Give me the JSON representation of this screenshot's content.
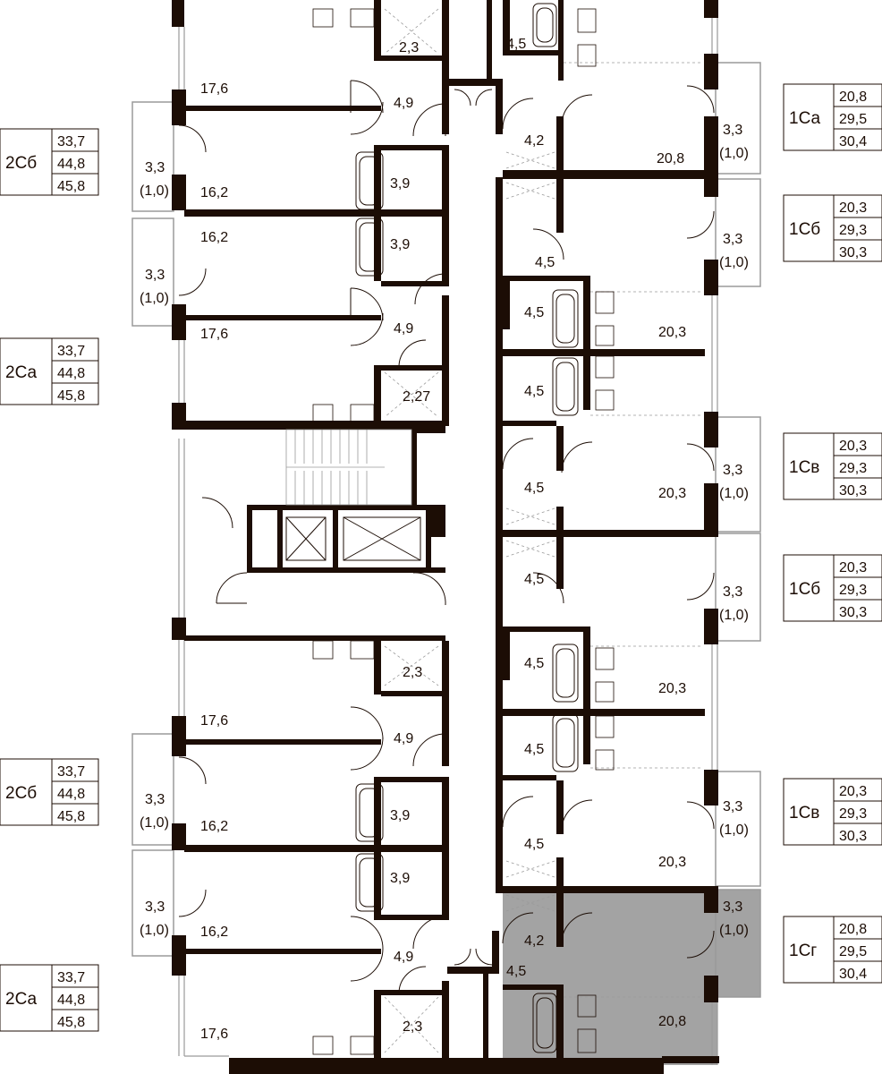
{
  "colors": {
    "wall": "#1c0d05",
    "highlight_fill": "#a3a3a3",
    "window_line": "#9a9a9a",
    "background": "#ffffff"
  },
  "left_rooms": [
    {
      "area": "2,3"
    },
    {
      "area": "17,6"
    },
    {
      "area": "4,9"
    },
    {
      "area": "3,3"
    },
    {
      "area": "(1,0)"
    },
    {
      "area": "16,2"
    },
    {
      "area": "3,9"
    },
    {
      "area": "16,2"
    },
    {
      "area": "3,9"
    },
    {
      "area": "3,3"
    },
    {
      "area": "(1,0)"
    },
    {
      "area": "17,6"
    },
    {
      "area": "4,9"
    },
    {
      "area": "2,27"
    },
    {
      "area": "2,3"
    },
    {
      "area": "17,6"
    },
    {
      "area": "4,9"
    },
    {
      "area": "3,3"
    },
    {
      "area": "(1,0)"
    },
    {
      "area": "16,2"
    },
    {
      "area": "3,9"
    },
    {
      "area": "3,9"
    },
    {
      "area": "3,3"
    },
    {
      "area": "(1,0)"
    },
    {
      "area": "16,2"
    },
    {
      "area": "4,9"
    },
    {
      "area": "17,6"
    },
    {
      "area": "2,3"
    }
  ],
  "right_rooms": [
    {
      "area": "4,5"
    },
    {
      "area": "4,2"
    },
    {
      "area": "20,8"
    },
    {
      "area": "3,3"
    },
    {
      "area": "(1,0)"
    },
    {
      "area": "3,3"
    },
    {
      "area": "(1,0)"
    },
    {
      "area": "4,5"
    },
    {
      "area": "4,5"
    },
    {
      "area": "20,3"
    },
    {
      "area": "4,5"
    },
    {
      "area": "4,5"
    },
    {
      "area": "20,3"
    },
    {
      "area": "3,3"
    },
    {
      "area": "(1,0)"
    },
    {
      "area": "4,5"
    },
    {
      "area": "3,3"
    },
    {
      "area": "(1,0)"
    },
    {
      "area": "4,5"
    },
    {
      "area": "20,3"
    },
    {
      "area": "4,5"
    },
    {
      "area": "4,5"
    },
    {
      "area": "20,3"
    },
    {
      "area": "3,3"
    },
    {
      "area": "(1,0)"
    },
    {
      "area": "3,3"
    },
    {
      "area": "(1,0)"
    },
    {
      "area": "4,2"
    },
    {
      "area": "4,5"
    },
    {
      "area": "20,8"
    }
  ],
  "legends": [
    {
      "code": "2Сб",
      "values": [
        "33,7",
        "44,8",
        "45,8"
      ]
    },
    {
      "code": "2Са",
      "values": [
        "33,7",
        "44,8",
        "45,8"
      ]
    },
    {
      "code": "2Сб",
      "values": [
        "33,7",
        "44,8",
        "45,8"
      ]
    },
    {
      "code": "2Са",
      "values": [
        "33,7",
        "44,8",
        "45,8"
      ]
    },
    {
      "code": "1Са",
      "values": [
        "20,8",
        "29,5",
        "30,4"
      ]
    },
    {
      "code": "1Сб",
      "values": [
        "20,3",
        "29,3",
        "30,3"
      ]
    },
    {
      "code": "1Св",
      "values": [
        "20,3",
        "29,3",
        "30,3"
      ]
    },
    {
      "code": "1Сб",
      "values": [
        "20,3",
        "29,3",
        "30,3"
      ]
    },
    {
      "code": "1Св",
      "values": [
        "20,3",
        "29,3",
        "30,3"
      ]
    },
    {
      "code": "1Сг",
      "values": [
        "20,8",
        "29,5",
        "30,4"
      ],
      "highlighted": true
    }
  ]
}
